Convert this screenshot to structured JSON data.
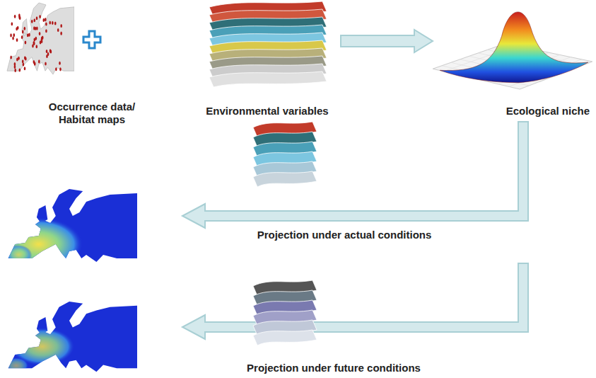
{
  "diagram": {
    "nodes": [
      {
        "text": [
          "Occurrence data/ Habitat maps"
        ]
      },
      {
        "text": [
          "Environmental variables"
        ]
      },
      {
        "text": [
          "Ecological niche"
        ]
      }
    ],
    "edges": [
      {
        "from": 1,
        "to": 2,
        "arrow": "to"
      }
    ],
    "labels": [
      "Projection under actual conditions",
      "Projection under future conditions"
    ]
  }
}
